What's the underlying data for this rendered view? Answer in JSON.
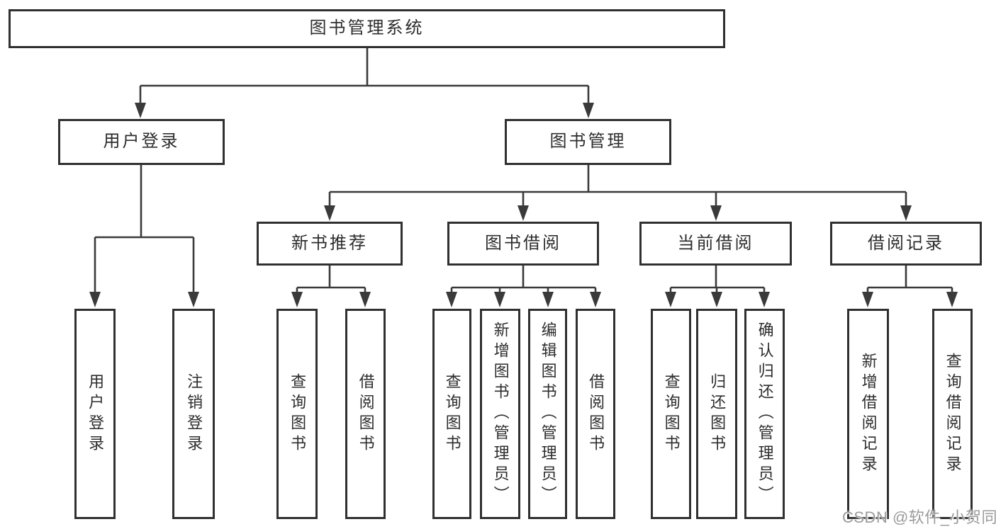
{
  "tree": {
    "label": "图书管理系统",
    "children": [
      {
        "label": "用户登录",
        "children": [
          {
            "label": "用户登录"
          },
          {
            "label": "注销登录"
          }
        ]
      },
      {
        "label": "图书管理",
        "children": [
          {
            "label": "新书推荐",
            "children": [
              {
                "label": "查询图书"
              },
              {
                "label": "借阅图书"
              }
            ]
          },
          {
            "label": "图书借阅",
            "children": [
              {
                "label": "查询图书"
              },
              {
                "label": "新增图书（管理员）"
              },
              {
                "label": "编辑图书（管理员）"
              },
              {
                "label": "借阅图书"
              }
            ]
          },
          {
            "label": "当前借阅",
            "children": [
              {
                "label": "查询图书"
              },
              {
                "label": "归还图书"
              },
              {
                "label": "确认归还（管理员）"
              }
            ]
          },
          {
            "label": "借阅记录",
            "children": [
              {
                "label": "新增借阅记录"
              },
              {
                "label": "查询借阅记录"
              }
            ]
          }
        ]
      }
    ]
  },
  "watermark": "CSDN @软件_小贺同学",
  "colors": {
    "background": "#ffffff",
    "line": "#3a3a3a",
    "box_border": "#303030",
    "text": "#2d2d2d",
    "watermark": "#9b9b9b"
  }
}
